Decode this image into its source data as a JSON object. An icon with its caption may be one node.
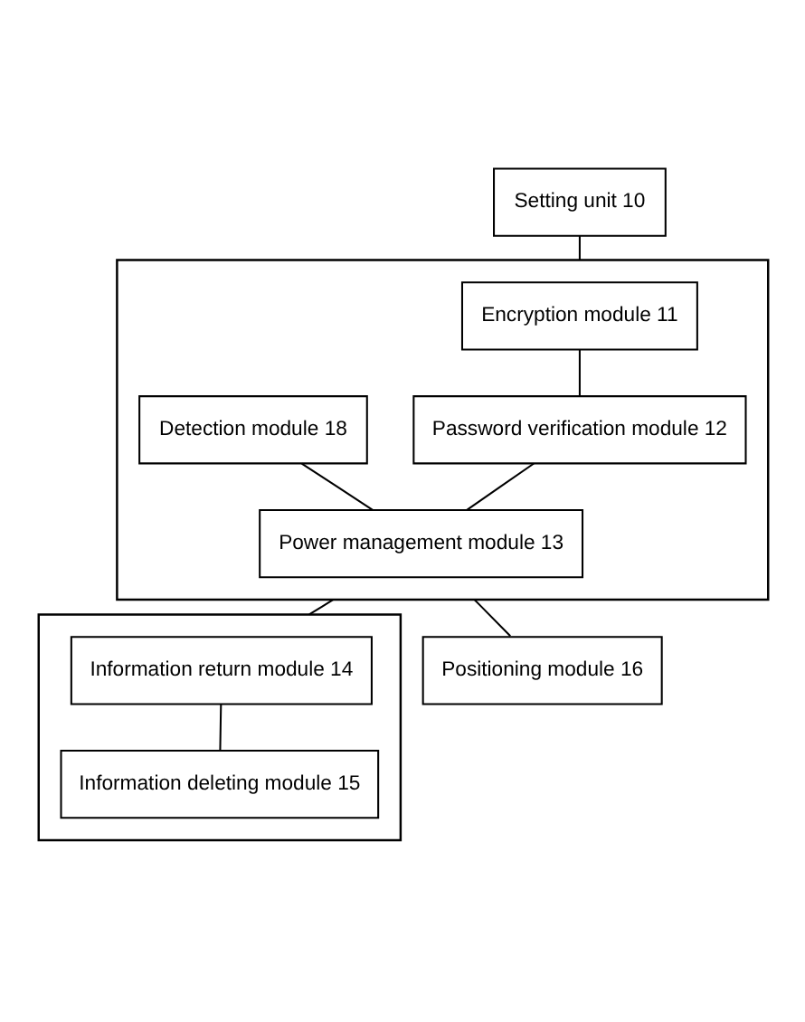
{
  "diagram": {
    "nodes": [
      {
        "text": [
          "Setting unit 10"
        ]
      },
      {
        "text": [],
        "shape": "box"
      },
      {
        "text": [
          "Encryption module 11"
        ],
        "in": 1
      },
      {
        "text": [
          "Password verification module 12"
        ],
        "in": 1
      },
      {
        "text": [
          "Detection module 18"
        ],
        "in": 1
      },
      {
        "text": [
          "Power management module 13"
        ],
        "in": 1
      },
      {
        "text": [],
        "shape": "box"
      },
      {
        "text": [
          "Information return module 14"
        ],
        "in": 6
      },
      {
        "text": [
          "Information deleting module 15"
        ],
        "in": 6
      },
      {
        "text": [
          "Positioning module 16"
        ]
      }
    ],
    "edges": [
      {
        "from": 0,
        "to": 1,
        "arrow": "none"
      },
      {
        "from": 2,
        "to": 3,
        "arrow": "none"
      },
      {
        "from": 3,
        "to": 5,
        "arrow": "none"
      },
      {
        "from": 4,
        "to": 5,
        "arrow": "none"
      },
      {
        "from": 1,
        "to": 6,
        "arrow": "none"
      },
      {
        "from": 1,
        "to": 9,
        "arrow": "none"
      },
      {
        "from": 7,
        "to": 8,
        "arrow": "none"
      }
    ]
  }
}
